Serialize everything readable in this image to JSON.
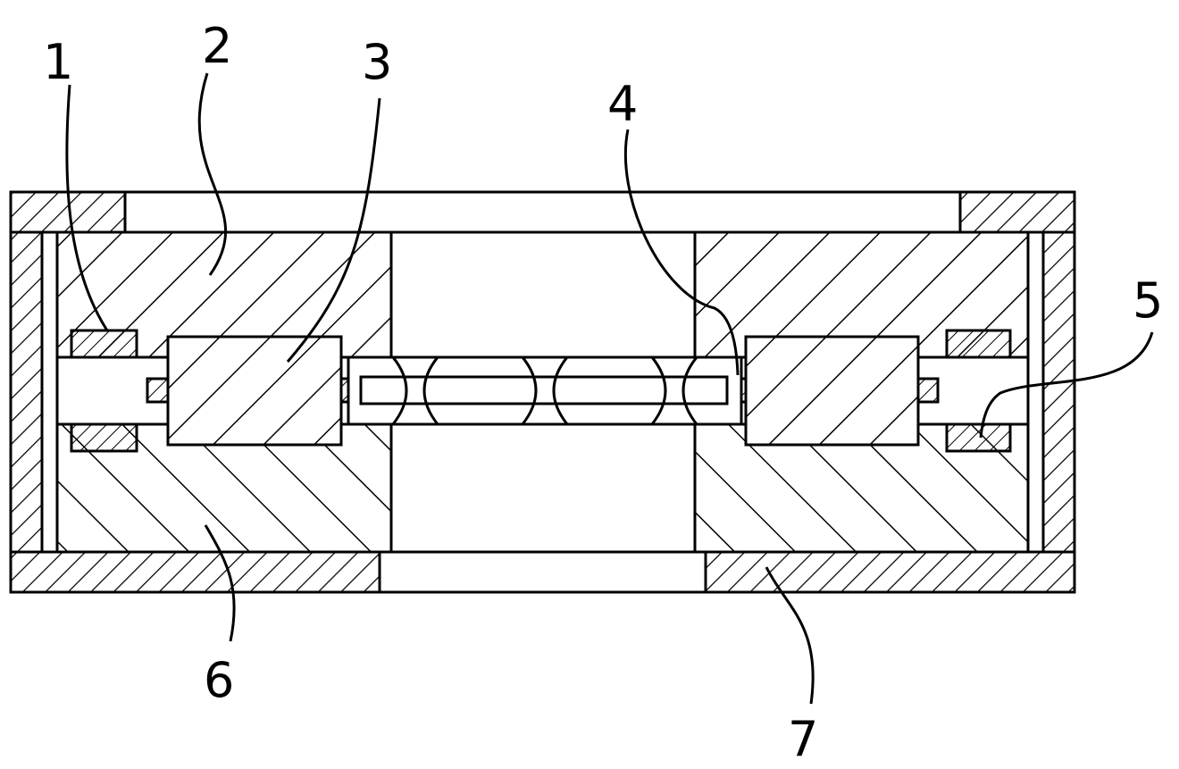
{
  "figure": {
    "stroke_color": "#000000",
    "background_color": "#ffffff",
    "hatch_pattern": "diagonal-lines",
    "labels": [
      {
        "id": "1",
        "text": "1"
      },
      {
        "id": "2",
        "text": "2"
      },
      {
        "id": "3",
        "text": "3"
      },
      {
        "id": "4",
        "text": "4"
      },
      {
        "id": "5",
        "text": "5"
      },
      {
        "id": "6",
        "text": "6"
      },
      {
        "id": "7",
        "text": "7"
      }
    ]
  }
}
